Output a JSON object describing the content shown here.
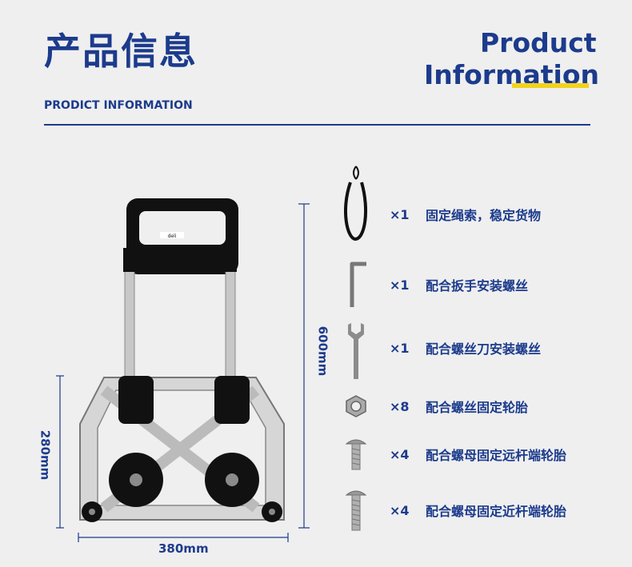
{
  "header": {
    "title_cn": "产品信息",
    "title_en_line1": "Product",
    "title_en_line2": "Information",
    "subtitle": "PRODICT INFORMATION"
  },
  "dimensions": {
    "height": "600mm",
    "base_height": "280mm",
    "width": "380mm"
  },
  "accessories": [
    {
      "icon": "bungee-cord-icon",
      "qty": "×1",
      "desc": "固定绳索，稳定货物"
    },
    {
      "icon": "allen-key-icon",
      "qty": "×1",
      "desc": "配合扳手安装螺丝"
    },
    {
      "icon": "wrench-icon",
      "qty": "×1",
      "desc": "配合螺丝刀安装螺丝"
    },
    {
      "icon": "nut-icon",
      "qty": "×8",
      "desc": "配合螺丝固定轮胎"
    },
    {
      "icon": "short-bolt-icon",
      "qty": "×4",
      "desc": "配合螺母固定远杆端轮胎"
    },
    {
      "icon": "long-bolt-icon",
      "qty": "×4",
      "desc": "配合螺母固定近杆端轮胎"
    }
  ],
  "product": {
    "brand_badge": "deli"
  },
  "colors": {
    "brand_blue": "#1c3b8c",
    "accent_yellow": "#f2d21a",
    "background": "#efefef"
  }
}
